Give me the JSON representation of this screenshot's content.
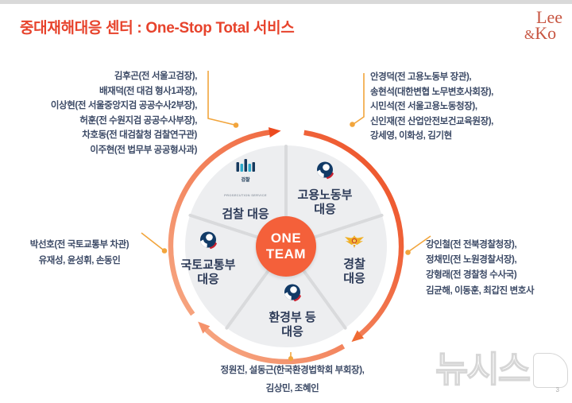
{
  "header": {
    "title": "중대재해대응 센터 : One-Stop Total 서비스",
    "logo": {
      "line1": "Lee",
      "amp": "&",
      "line2": "Ko"
    }
  },
  "diagram": {
    "center": {
      "line1": "ONE",
      "line2": "TEAM"
    },
    "segments": {
      "prosecution": {
        "label": "검찰 대응",
        "icon": "prosecution-logo",
        "icon_caption": "검찰",
        "icon_subcaption": "PROSECUTION SERVICE"
      },
      "labor": {
        "label_line1": "고용노동부",
        "label_line2": "대응",
        "icon": "gov-emblem"
      },
      "police": {
        "label_line1": "경찰",
        "label_line2": "대응",
        "icon": "police-badge"
      },
      "environment": {
        "label_line1": "환경부 등",
        "label_line2": "대응",
        "icon": "gov-emblem"
      },
      "molit": {
        "label_line1": "국토교통부",
        "label_line2": "대응",
        "icon": "gov-emblem"
      }
    }
  },
  "groups": {
    "prosecution": {
      "lines": [
        "김후곤(전 서울고검장),",
        "배재덕(전 대검 형사1과장),",
        "이상현(전 서울중앙지검 공공수사2부장),",
        "허훈(전 수원지검 공공수사부장),",
        "차호동(전 대검찰청 검찰연구관)",
        "이주현(전 법무부 공공형사과)"
      ]
    },
    "labor": {
      "lines": [
        "안경덕(전 고용노동부 장관),",
        "송현석(대한변협 노무변호사회장),",
        "시민석(전 서울고용노동청장),",
        "신인재(전 산업안전보건교육원장),",
        "강세영, 이화성, 김기현"
      ]
    },
    "police": {
      "lines": [
        "강인철(전 전북경찰청장),",
        "정채민(전 노원경찰서장),",
        "강형래(전 경찰청 수사국)",
        "김균해, 이동훈, 최갑진 변호사"
      ]
    },
    "molit": {
      "lines": [
        "박선호(전 국토교통부 차관)",
        "유재성, 윤성휘, 손동인"
      ]
    },
    "environment": {
      "lines": [
        "정원진, 설동근(한국환경법학회 부회장),",
        "김상민, 조혜인"
      ]
    }
  },
  "watermark": {
    "text": "뉴시스"
  },
  "page_number": "3",
  "colors": {
    "title_red": "#e7432c",
    "logo_brick": "#c75440",
    "names_navy": "#3c4a66",
    "segment_label_navy": "#2c3a57",
    "ring_gradient_start": "#f7ae8a",
    "ring_gradient_end": "#ed4b20",
    "center_circle_orange": "#f4603a",
    "inner_circle_gray": "#edeef0",
    "spoke_gray": "#d9dadc",
    "connector_yellow": "#f2a53c",
    "prosecution_navy": "#16395e",
    "prosecution_teal": "#2ba9cb",
    "gov_emblem_navy": "#113a66",
    "gov_emblem_red": "#c8202f",
    "police_gold": "#f0af24"
  }
}
